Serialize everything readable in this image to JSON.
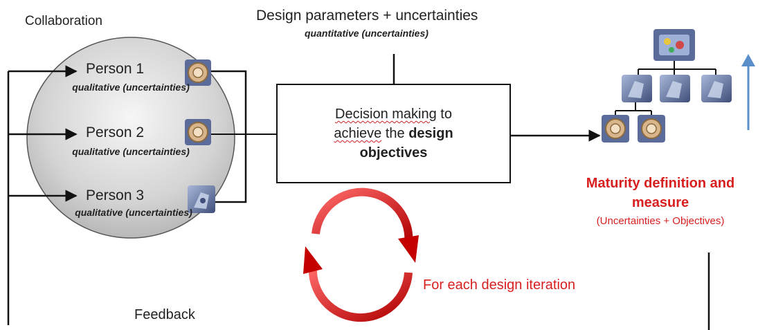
{
  "collaboration_label": "Collaboration",
  "top": {
    "params_label": "Design parameters  + uncertainties",
    "quantitative_label": "quantitative (uncertainties)"
  },
  "persons": [
    {
      "name": "Person 1",
      "note": "qualitative (uncertainties)",
      "icon": "bearing-part-icon"
    },
    {
      "name": "Person 2",
      "note": "qualitative (uncertainties)",
      "icon": "bearing-part-icon"
    },
    {
      "name": "Person 3",
      "note": "qualitative (uncertainties)",
      "icon": "bracket-part-icon"
    }
  ],
  "decision": {
    "line1": "Decision making",
    "line1_tail": "to",
    "line2_a": "achieve",
    "line2_b": "the",
    "line2_bold": "design",
    "line3_bold": "objectives"
  },
  "maturity": {
    "title": "Maturity definition and measure",
    "subtitle": "(Uncertainties  + Objectives)"
  },
  "iteration_label": "For each design iteration",
  "feedback_label": "Feedback",
  "colors": {
    "accent_red": "#d81f1f",
    "arrow_blue": "#5b8fc9",
    "circle_fill": "#d9d9d9"
  }
}
